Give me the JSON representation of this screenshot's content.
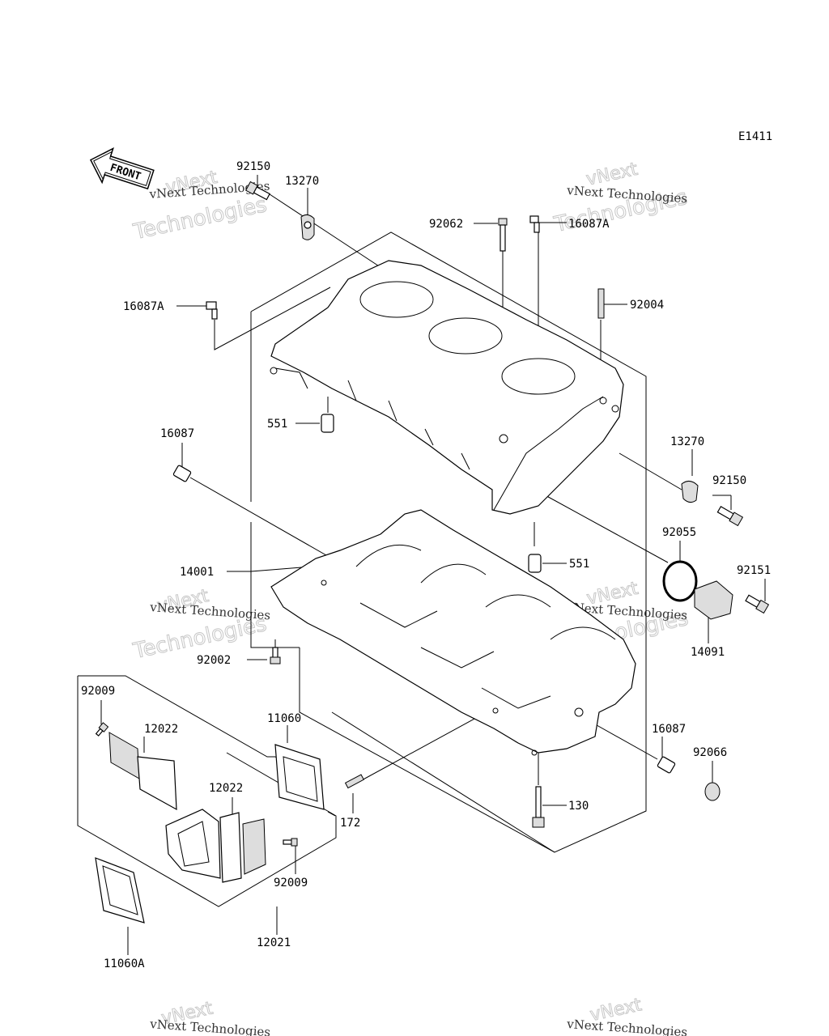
{
  "diagram_code": "E1411",
  "front_label": "FRONT",
  "watermark": {
    "line": "vNext Technologies",
    "outline_top": "vNext",
    "outline_bottom": "Technologies"
  },
  "part_numbers": {
    "p92150_top": "92150",
    "p13270_top": "13270",
    "p92062": "92062",
    "p16087A_top": "16087A",
    "p92004": "92004",
    "p16087A_left": "16087A",
    "p551_top": "551",
    "p16087_left": "16087",
    "p13270_right": "13270",
    "p92150_right": "92150",
    "p92055": "92055",
    "p551_bottom": "551",
    "p92151": "92151",
    "p14001": "14001",
    "p14091": "14091",
    "p92002": "92002",
    "p92009_top": "92009",
    "p12022_a": "12022",
    "p11060": "11060",
    "p12022_b": "12022",
    "p16087_right": "16087",
    "p92066": "92066",
    "p172": "172",
    "p130": "130",
    "p92009_bottom": "92009",
    "p12021": "12021",
    "p11060A": "11060A"
  }
}
